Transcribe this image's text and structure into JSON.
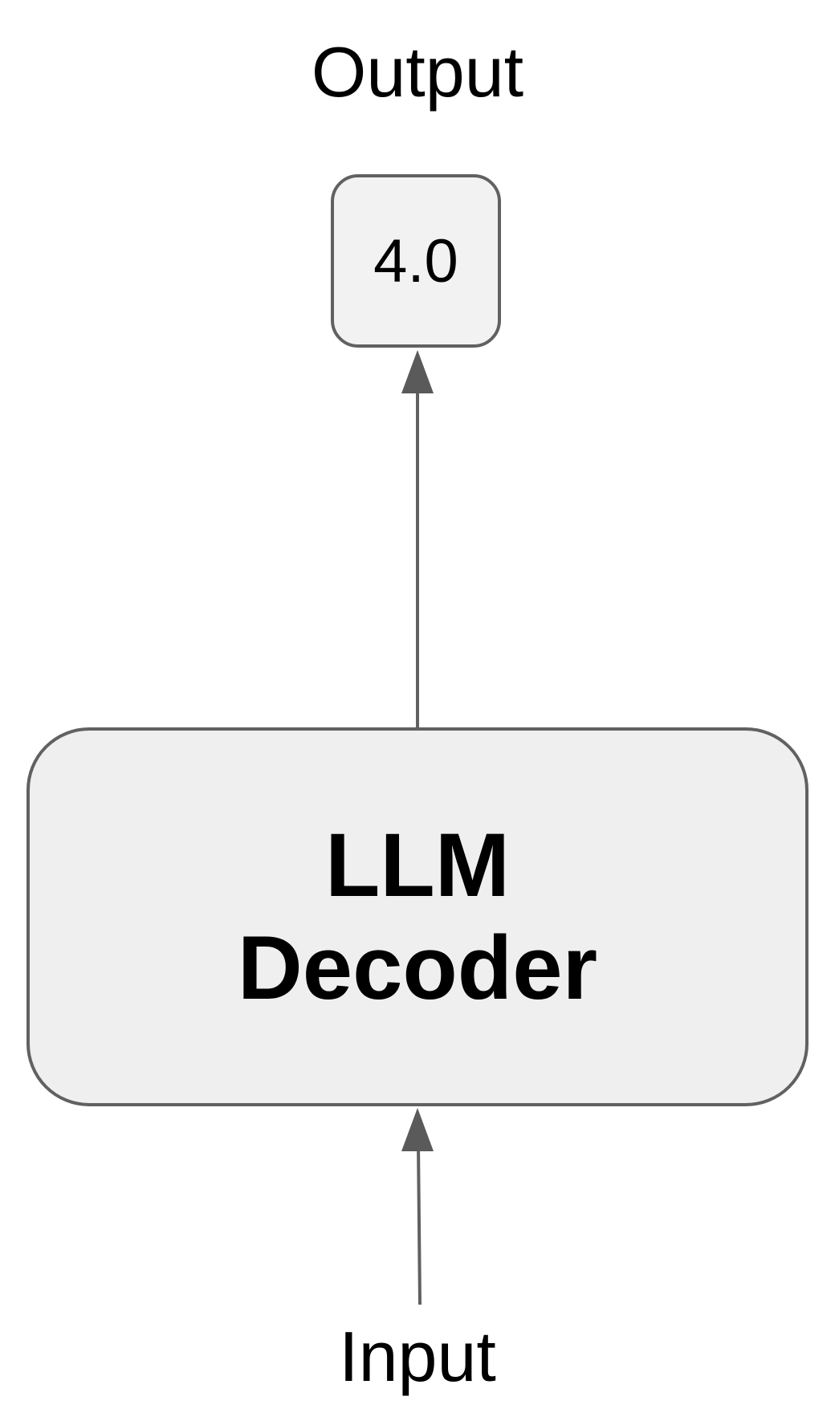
{
  "diagram": {
    "output_label": "Output",
    "output_value": "4.0",
    "decoder": {
      "line1": "LLM",
      "line2": "Decoder"
    },
    "input_label": "Input"
  },
  "colors": {
    "stroke": "#616161",
    "value_box_fill": "#f2f2f2",
    "decoder_fill": "#efefef",
    "arrowhead": "#5a5a5a",
    "text": "#000000"
  }
}
